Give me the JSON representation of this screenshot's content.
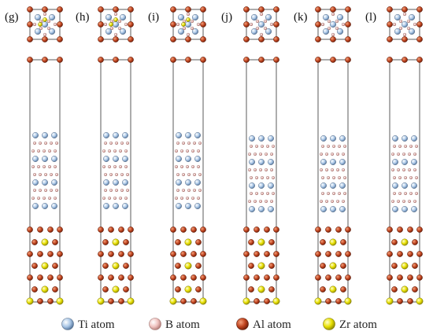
{
  "panels": [
    {
      "label": "(g)",
      "interface": "Ti"
    },
    {
      "label": "(h)",
      "interface": "Ti"
    },
    {
      "label": "(i)",
      "interface": "Ti"
    },
    {
      "label": "(j)",
      "interface": "B"
    },
    {
      "label": "(k)",
      "interface": "B"
    },
    {
      "label": "(l)",
      "interface": "B"
    }
  ],
  "legend": [
    {
      "label": "Ti atom",
      "element": "Ti",
      "color": "#a9c6e6"
    },
    {
      "label": "B atom",
      "element": "B",
      "color": "#f0c3c0"
    },
    {
      "label": "Al atom",
      "element": "Al",
      "color": "#c0441f"
    },
    {
      "label": "Zr atom",
      "element": "Zr",
      "color": "#e8e000"
    }
  ],
  "colors": {
    "Ti": "#a9c6e6",
    "B": "#f0c3c0",
    "Al": "#c0441f",
    "Zr": "#e8e000",
    "cell": "#333333"
  }
}
